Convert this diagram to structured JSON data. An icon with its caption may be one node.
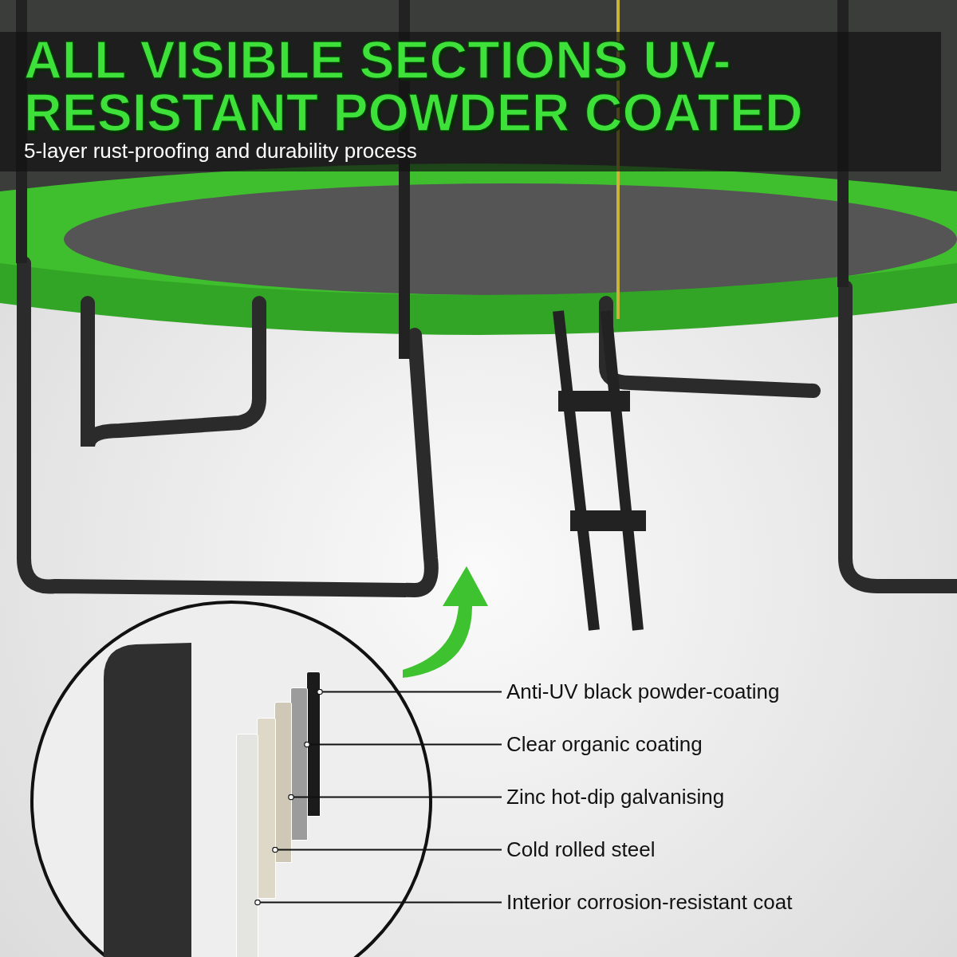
{
  "diagram": {
    "title": "ALL VISIBLE SECTIONS UV-RESISTANT POWDER COATED",
    "nodes": [
      {
        "text": [
          "Anti-UV black powder-coating"
        ]
      },
      {
        "text": [
          "Clear organic coating"
        ]
      },
      {
        "text": [
          "Zinc hot-dip galvanising"
        ]
      },
      {
        "text": [
          "Cold rolled steel"
        ]
      },
      {
        "text": [
          "Interior corrosion-resistant coat"
        ]
      },
      {
        "text": [],
        "shape": "picture"
      },
      {
        "text": [],
        "shape": "picture"
      },
      {
        "text": [],
        "shape": "picture"
      },
      {
        "text": [],
        "shape": "picture"
      },
      {
        "text": [],
        "shape": "picture"
      }
    ],
    "edges": [
      {
        "from": 0,
        "to": 5,
        "arrow": "other"
      },
      {
        "from": 1,
        "to": 6,
        "arrow": "other"
      },
      {
        "from": 2,
        "to": 7,
        "arrow": "other"
      },
      {
        "from": 3,
        "to": 8,
        "arrow": "other"
      },
      {
        "from": 4,
        "to": 9,
        "arrow": "other"
      }
    ],
    "labels": [
      "5-layer rust-proofing and durability process"
    ]
  }
}
